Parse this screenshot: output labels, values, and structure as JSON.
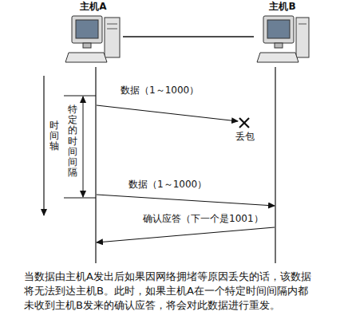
{
  "diagram": {
    "caption": "当数据由主机A发出后如果因网络拥堵等原因丢失的话，该数据将无法到达主机B。此时，如果主机A在一个特定时间间隔内都未收到主机B发来的确认应答，将会对此数据进行重发。",
    "nodes": [
      {
        "text": [
          "主机A"
        ]
      },
      {
        "text": [
          "主机B"
        ]
      }
    ],
    "edges": [
      {
        "from": 0,
        "to": 1,
        "arrow": "none"
      }
    ],
    "labels": [
      "数据（1～1000）",
      "丢包",
      "特定的时间间隔",
      "时间轴",
      "数据（1～1000）",
      "确认应答（下一个是1001）"
    ]
  }
}
